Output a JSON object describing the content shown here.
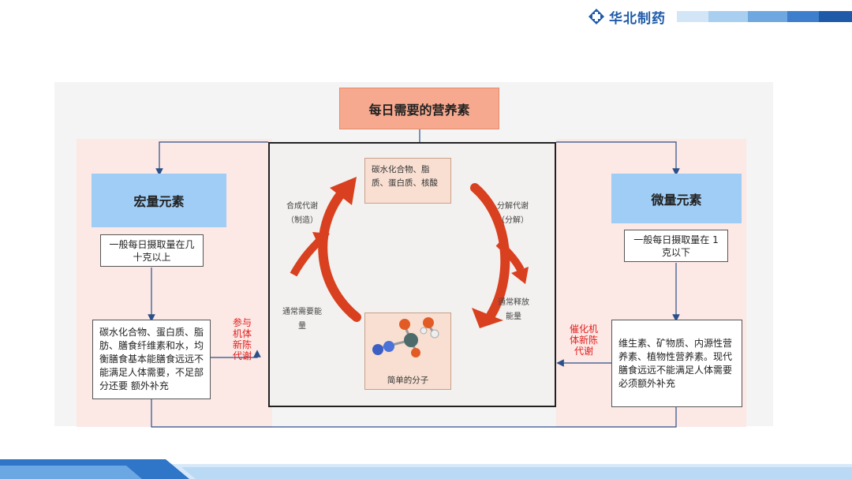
{
  "brand": {
    "name": "华北制药"
  },
  "diagram": {
    "title": "每日需要的营养素",
    "macro": {
      "heading": "宏量元素",
      "description": "一般每日摄取量在几十克以上",
      "details": "碳水化合物、蛋白质、脂肪、膳食纤维素和水，均衡膳食基本能膳食远远不能满足人体需要，不足部分还要 额外补充",
      "side_label": "参与机体新陈代谢"
    },
    "micro": {
      "heading": "微量元素",
      "description": "一般每日摄取量在 1克以下",
      "details": "维生素、矿物质、内源性营养素、植物性营养素。现代膳食远远不能满足人体需要必须额外补充",
      "side_label": "催化机体新陈代谢"
    },
    "figure": {
      "top_box": "碳水化合物、脂质、蛋白质、核酸",
      "bottom_caption": "简单的分子",
      "anabolism": "合成代谢（制造）",
      "catabolism": "分解代谢（分解）",
      "energy_need": "通常需要能量",
      "energy_release": "通常释放能量"
    }
  },
  "colors": {
    "title_box": "#f6a98e",
    "heading_box": "#9fcdf5",
    "pink_panel": "#fce8e4",
    "arrow_red": "#d9401f",
    "brand_blue": "#1f5aa8",
    "label_red": "#e02020"
  }
}
